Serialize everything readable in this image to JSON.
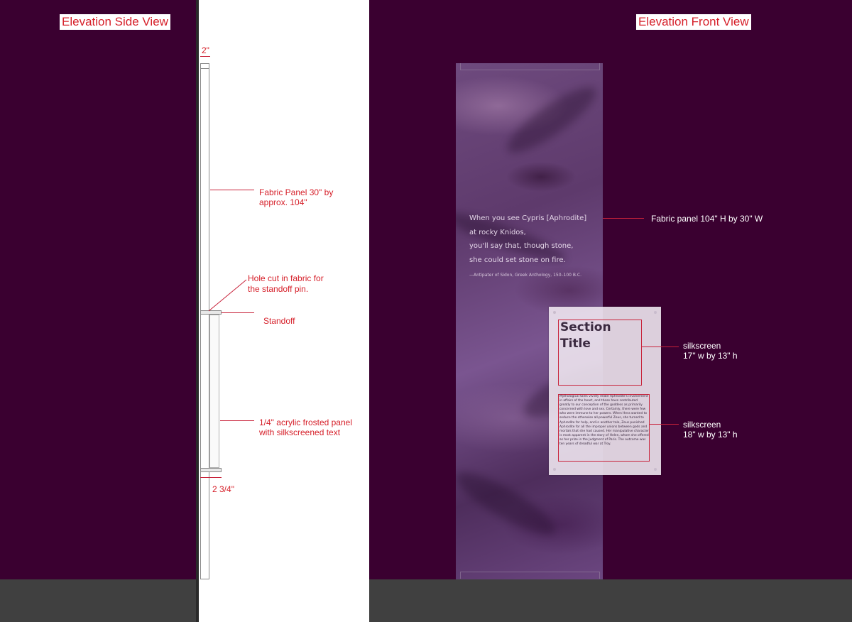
{
  "side_view": {
    "title": "Elevation Side View",
    "dim_top": "2\"",
    "dim_bottom": "2 3/4\"",
    "label_fabric_line1": "Fabric Panel 30\" by",
    "label_fabric_line2": "approx. 104\"",
    "label_hole_line1": "Hole cut in fabric for",
    "label_hole_line2": "the standoff pin.",
    "label_standoff": "Standoff",
    "label_acrylic_line1": "1/4\" acrylic frosted panel",
    "label_acrylic_line2": "with silkscreened text"
  },
  "front_view": {
    "title": "Elevation Front View",
    "label_fabric": "Fabric panel 104\" H by 30\" W",
    "label_silk1_line1": "silkscreen",
    "label_silk1_line2": "17\" w by 13\" h",
    "label_silk2_line1": "silkscreen",
    "label_silk2_line2": "18\" w by 13\" h",
    "quote_lines": [
      "When you see Cypris [Aphrodite]",
      "at rocky Knidos,",
      "you'll say that, though stone,",
      "she could set stone on fire."
    ],
    "quote_attribution": "—Antipater of Sidon, Greek Anthology, 150–100 B.C.",
    "section_title_line1": "Section",
    "section_title_line2": "Title",
    "body_text": "Mythological tales vividly relate Aphrodite's involvement in affairs of the heart, and these have contributed greatly to our conception of the goddess as primarily concerned with love and sex. Certainly, there were few who were immune to her powers. When Hera wanted to seduce the otherwise all-powerful Zeus, she turned to Aphrodite for help, and in another tale, Zeus punished Aphrodite for all the improper unions between gods and mortals that she had caused. Her manipulative character is most apparent in the story of Helen, whom she offered as her prize in the Judgment of Paris. The outcome was ten years of dreadful war at Troy."
  },
  "colors": {
    "background": "#3a0030",
    "annotation_red": "#d6202a",
    "floor": "#404040"
  }
}
